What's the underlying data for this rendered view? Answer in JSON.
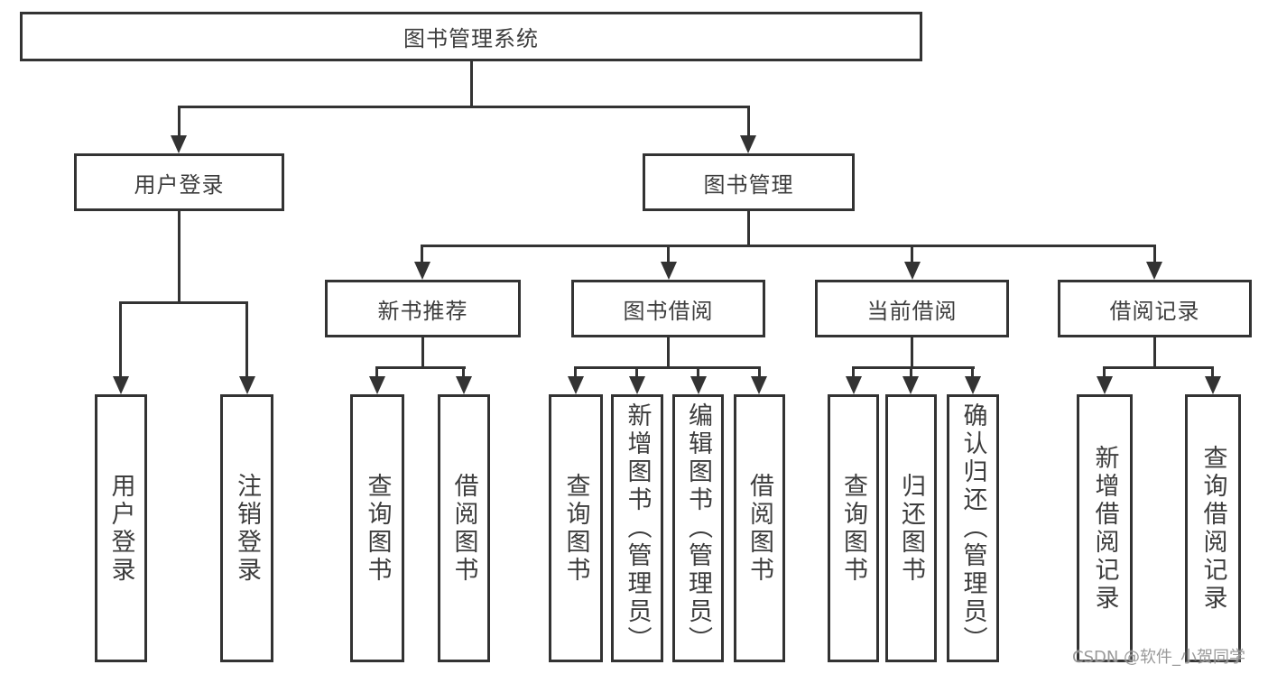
{
  "tree": {
    "root": {
      "label": "图书管理系统"
    },
    "branches": [
      {
        "label": "用户登录",
        "children": [
          {
            "label": "用户登录"
          },
          {
            "label": "注销登录"
          }
        ]
      },
      {
        "label": "图书管理",
        "children": [
          {
            "label": "新书推荐",
            "children": [
              {
                "label": "查询图书"
              },
              {
                "label": "借阅图书"
              }
            ]
          },
          {
            "label": "图书借阅",
            "children": [
              {
                "label": "查询图书"
              },
              {
                "label": "新增图书（管理员）"
              },
              {
                "label": "编辑图书（管理员）"
              },
              {
                "label": "借阅图书"
              }
            ]
          },
          {
            "label": "当前借阅",
            "children": [
              {
                "label": "查询图书"
              },
              {
                "label": "归还图书"
              },
              {
                "label": "确认归还（管理员）"
              }
            ]
          },
          {
            "label": "借阅记录",
            "children": [
              {
                "label": "新增借阅记录"
              },
              {
                "label": "查询借阅记录"
              }
            ]
          }
        ]
      }
    ]
  },
  "watermark": {
    "text": "CSDN @软件_小贺同学"
  },
  "colors": {
    "line": "#333333",
    "text": "#3d3d3d",
    "watermark": "#919191",
    "background": "#ffffff"
  }
}
